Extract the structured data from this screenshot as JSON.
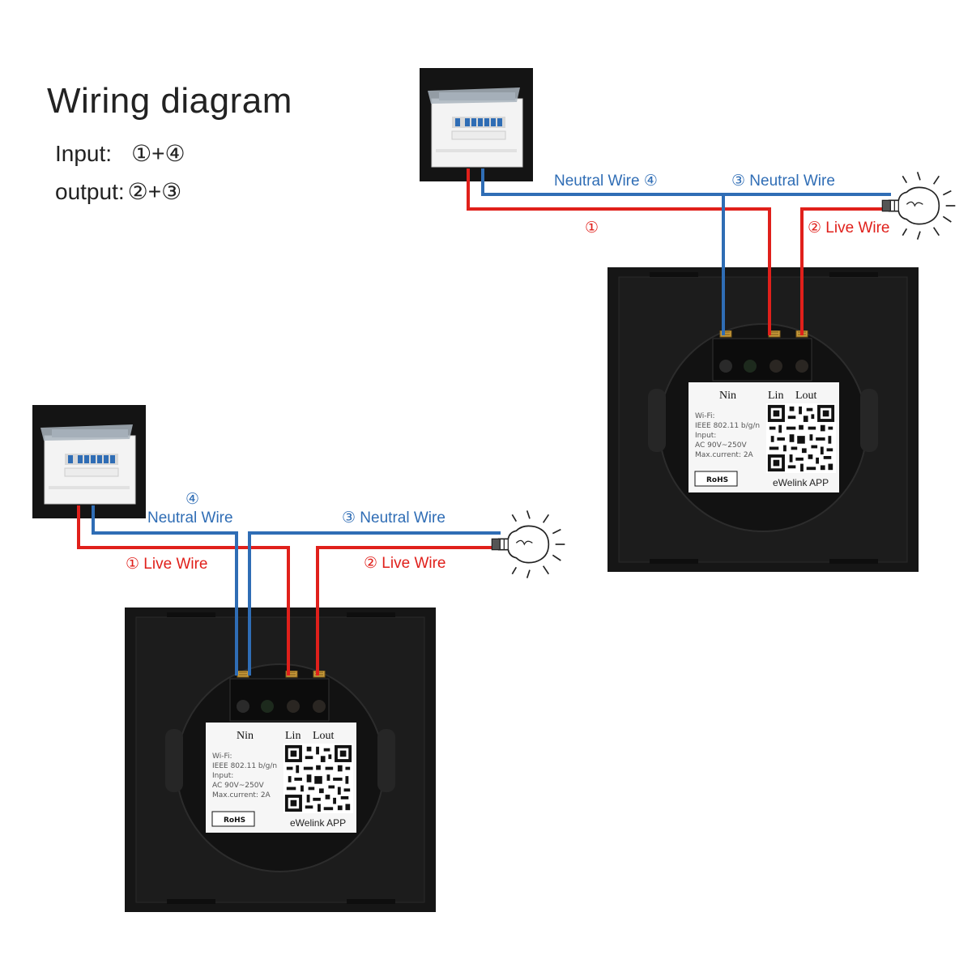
{
  "header": {
    "title": "Wiring diagram",
    "input_label": "Input:",
    "input_value": "①+④",
    "output_label": "output:",
    "output_value": "②+③"
  },
  "diagram_a": {
    "neutral_wire_4": "Neutral Wire ④",
    "neutral_wire_3": "③ Neutral Wire",
    "live_1": "①",
    "live_wire_2": "② Live Wire"
  },
  "diagram_b": {
    "num_4": "④",
    "neutral_wire_4": "Neutral Wire",
    "neutral_wire_3": "③ Neutral Wire",
    "live_wire_1": "① Live Wire",
    "live_wire_2": "② Live Wire"
  },
  "switch_label": {
    "terminal_n": "Nin",
    "terminal_lin": "Lin",
    "terminal_lout": "Lout",
    "spec_line_1": "Wi-Fi:",
    "spec_line_2": "IEEE 802.11 b/g/n",
    "spec_line_3": "Input:",
    "spec_line_4": "AC 90V~250V",
    "spec_line_5": "Max.current: 2A",
    "rohs": "RoHS",
    "app_name": "eWelink APP"
  },
  "colors": {
    "live": "#e0201b",
    "neutral": "#2f6db5",
    "panel": "#161616"
  },
  "icons": [
    "breaker-box-icon",
    "light-bulb-icon",
    "terminal-screw-icon",
    "qr-code-icon",
    "rohs-mark-icon"
  ]
}
